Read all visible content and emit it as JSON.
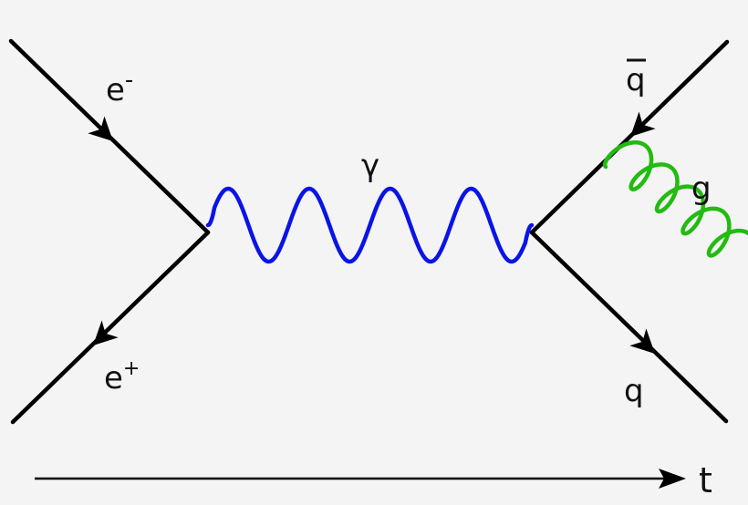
{
  "labels": {
    "electron": "e",
    "electron_sign": "-",
    "positron": "e",
    "positron_sign": "+",
    "photon": "γ",
    "antiquark": "q",
    "quark": "q",
    "gluon": "g",
    "time_axis": "t"
  },
  "colors": {
    "background": "#f4f4f4",
    "fermion_line": "#000000",
    "photon": "#0a14e6",
    "gluon": "#22bb11",
    "text": "#111111"
  }
}
